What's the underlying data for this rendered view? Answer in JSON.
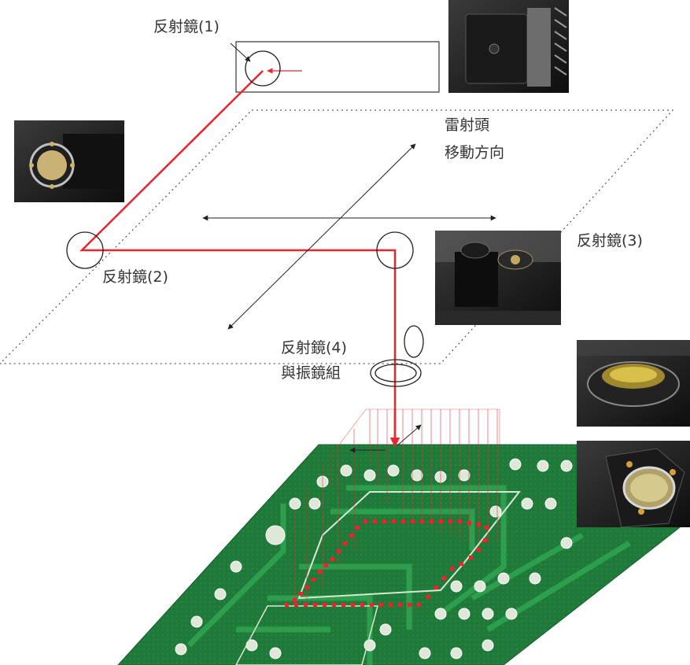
{
  "labels": {
    "mirror1": "反射鏡(1)",
    "mirror2": "反射鏡(2)",
    "mirror3": "反射鏡(3)",
    "mirror4_line1": "反射鏡(4)",
    "mirror4_line2": "與振鏡組",
    "head_line1": "雷射頭",
    "head_line2": "移動方向"
  },
  "colors": {
    "beam": "#e8262d",
    "pcb": "#1f7a3a",
    "pcb_dark": "#14592a",
    "trace": "#2f9a4e",
    "outline": "#222222"
  },
  "photos": [
    {
      "name": "photo-mirror1-housing",
      "icon": "mirror-housing-photo"
    },
    {
      "name": "photo-mirror2-mount",
      "icon": "mirror-mount-photo"
    },
    {
      "name": "photo-mirror3-mount",
      "icon": "mirror-mount-photo"
    },
    {
      "name": "photo-galvo-lens",
      "icon": "lens-photo"
    },
    {
      "name": "photo-mirror4-plate",
      "icon": "mirror-plate-photo"
    }
  ]
}
